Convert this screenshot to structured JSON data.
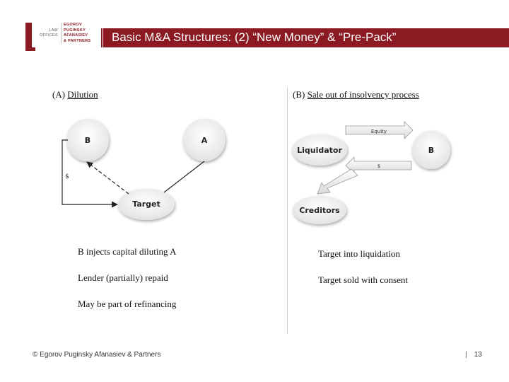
{
  "logo": {
    "left_lines": [
      "LAW",
      "OFFICES"
    ],
    "right_lines": [
      "EGOROV",
      "PUGINSKY",
      "AFANASIEV",
      "& PARTNERS"
    ]
  },
  "title": "Basic M&A Structures: (2) “New Money” & “Pre-Pack”",
  "panel_a": {
    "prefix": "(A) ",
    "heading": "Dilution",
    "nodes": {
      "b": "B",
      "a": "A",
      "target": "Target"
    },
    "edge_label": "$",
    "bullets": [
      "B injects capital diluting A",
      "Lender (partially) repaid",
      "May be part of refinancing"
    ]
  },
  "panel_b": {
    "prefix": "(B) ",
    "heading": "Sale out of insolvency process",
    "nodes": {
      "liquidator": "Liquidator",
      "b": "B",
      "creditors": "Creditors"
    },
    "arrow_equity": "Equity",
    "arrow_money": "$",
    "bullets": [
      "Target into liquidation",
      "Target sold with consent"
    ]
  },
  "footer": {
    "copyright": "© Egorov Puginsky Afanasiev & Partners",
    "separator": "|",
    "page_number": "13"
  },
  "colors": {
    "brand": "#8b1a22"
  }
}
